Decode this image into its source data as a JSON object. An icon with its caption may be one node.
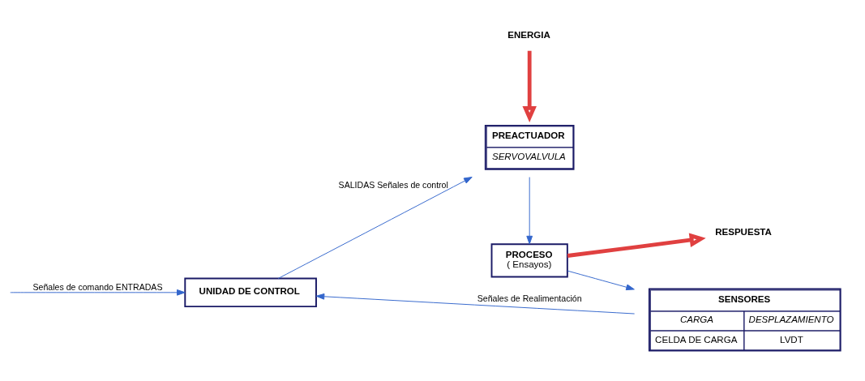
{
  "diagram": {
    "nodes": [
      {
        "text": [
          "UNIDAD DE CONTROL"
        ]
      },
      {
        "text": [
          "PREACTUADOR",
          "SERVOVALVULA"
        ]
      },
      {
        "text": [
          "PROCESO",
          "( Ensayos)"
        ]
      },
      {
        "text": [
          "SENSORES",
          "CARGA",
          "DESPLAZAMIENTO",
          "CELDA DE CARGA",
          "LVDT"
        ]
      },
      {
        "text": [
          "ENERGIA"
        ]
      },
      {
        "text": [
          "RESPUESTA"
        ]
      }
    ],
    "edges": [
      {
        "from": null,
        "to": 0,
        "arrow": "to",
        "label": "Señales de comando ENTRADAS"
      },
      {
        "from": 0,
        "to": 1,
        "arrow": "to",
        "label": "SALIDAS Señales de control"
      },
      {
        "from": 1,
        "to": 2,
        "arrow": "to"
      },
      {
        "from": 2,
        "to": 3,
        "arrow": "to"
      },
      {
        "from": 3,
        "to": 0,
        "arrow": "to",
        "label": "Señales de Realimentación"
      },
      {
        "from": 4,
        "to": 1,
        "arrow": "to",
        "style": "thick",
        "color": "#e04040"
      },
      {
        "from": 2,
        "to": 5,
        "arrow": "to",
        "style": "thick",
        "color": "#e04040"
      }
    ]
  }
}
